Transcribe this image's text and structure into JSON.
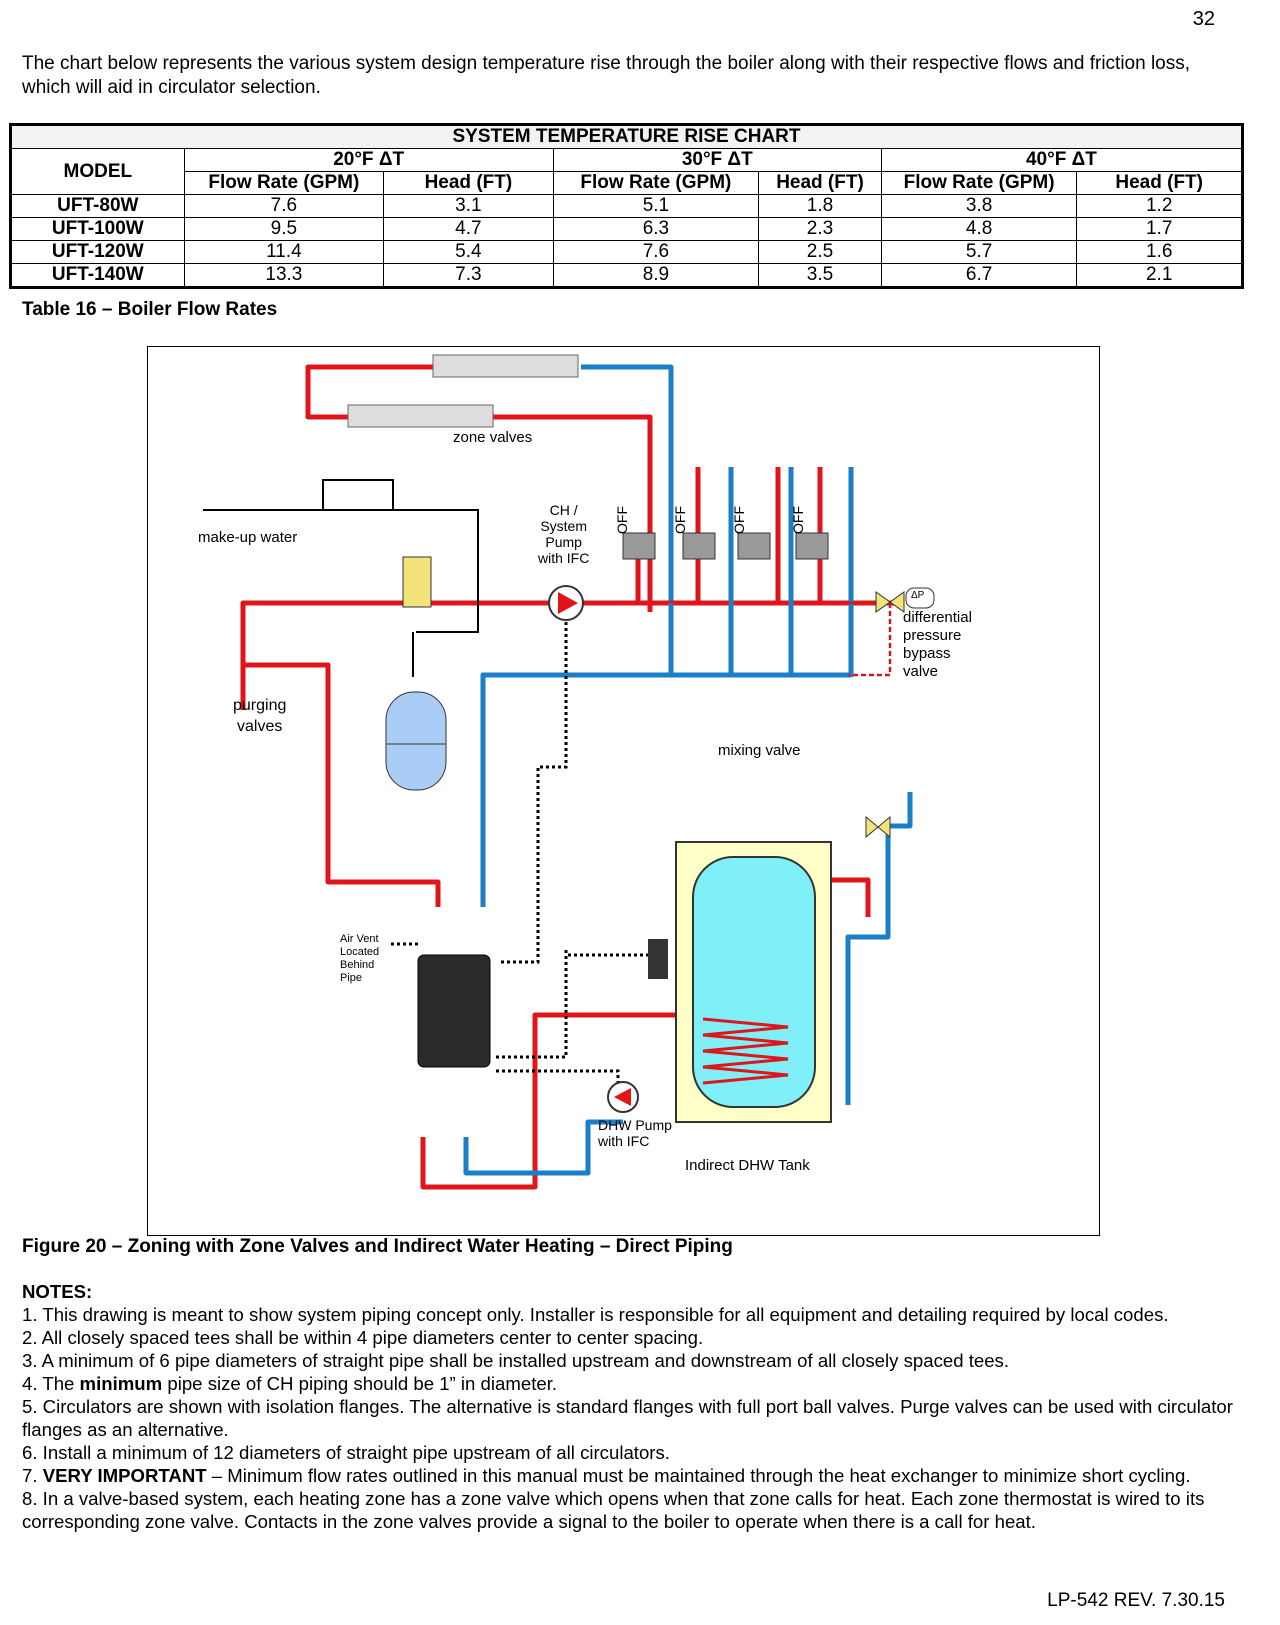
{
  "page_number": "32",
  "intro": "The chart below represents the various system design temperature rise through the boiler along with their respective flows and friction loss, which will aid in circulator selection.",
  "table": {
    "title": "SYSTEM TEMPERATURE RISE CHART",
    "model_header": "MODEL",
    "groups": [
      "20°F ΔT",
      "30°F ΔT",
      "40°F ΔT"
    ],
    "sub_headers": [
      "Flow Rate (GPM)",
      "Head (FT)",
      "Flow Rate (GPM)",
      "Head (FT)",
      "Flow Rate (GPM)",
      "Head (FT)"
    ],
    "rows": [
      {
        "model": "UFT-80W",
        "cells": [
          "7.6",
          "3.1",
          "5.1",
          "1.8",
          "3.8",
          "1.2"
        ]
      },
      {
        "model": "UFT-100W",
        "cells": [
          "9.5",
          "4.7",
          "6.3",
          "2.3",
          "4.8",
          "1.7"
        ]
      },
      {
        "model": "UFT-120W",
        "cells": [
          "11.4",
          "5.4",
          "7.6",
          "2.5",
          "5.7",
          "1.6"
        ]
      },
      {
        "model": "UFT-140W",
        "cells": [
          "13.3",
          "7.3",
          "8.9",
          "3.5",
          "6.7",
          "2.1"
        ]
      }
    ],
    "caption": "Table 16 – Boiler Flow Rates"
  },
  "figure": {
    "labels": {
      "zone_valves": "zone valves",
      "ch_pump_1": "CH /",
      "ch_pump_2": "System",
      "ch_pump_3": "Pump",
      "ch_pump_4": "with IFC",
      "off": "OFF",
      "makeup": "make-up water",
      "dp_1": "differential",
      "dp_2": "pressure",
      "dp_3": "bypass",
      "dp_4": "valve",
      "dp_symbol": "ΔP",
      "purging_1": "purging",
      "purging_2": "valves",
      "mixing": "mixing valve",
      "air_vent_1": "Air Vent",
      "air_vent_2": "Located",
      "air_vent_3": "Behind",
      "air_vent_4": "Pipe",
      "dhw_pump_1": "DHW Pump",
      "dhw_pump_2": "with IFC",
      "tank": "Indirect DHW Tank"
    },
    "colors": {
      "supply": "#e0141b",
      "return": "#1a7fc9",
      "control": "#000000",
      "tank_outer": "#ffffc8",
      "tank_inner": "#7ff0f8",
      "expansion": "#a9cdf5",
      "valve": "#f2e37a"
    },
    "caption": "Figure 20 – Zoning with Zone Valves and Indirect Water Heating – Direct Piping"
  },
  "notes": {
    "heading": "NOTES:",
    "n1": "1. This drawing is meant to show system piping concept only. Installer is responsible for all equipment and detailing required by local codes.",
    "n2": "2. All closely spaced tees shall be within 4 pipe diameters center to center spacing.",
    "n3": "3. A minimum of 6 pipe diameters of straight pipe shall be installed upstream and downstream of all closely spaced tees.",
    "n4_pre": "4. The ",
    "n4_bold": "minimum",
    "n4_post": " pipe size of CH piping should be 1” in diameter.",
    "n5": "5. Circulators are shown with isolation flanges. The alternative is standard flanges with full port ball valves. Purge valves can be used with circulator flanges as an alternative.",
    "n6": "6. Install a minimum of 12 diameters of straight pipe upstream of all circulators.",
    "n7_pre": "7. ",
    "n7_bold": "VERY IMPORTANT",
    "n7_post": " – Minimum flow rates outlined in this manual must be maintained through the heat exchanger to minimize short cycling.",
    "n8": "8. In a valve-based system, each heating zone has a zone valve which opens when that zone calls for heat. Each zone thermostat is wired to its corresponding zone valve. Contacts in the zone valves provide a signal to the boiler to operate when there is a call for heat."
  },
  "revision": "LP-542 REV. 7.30.15"
}
